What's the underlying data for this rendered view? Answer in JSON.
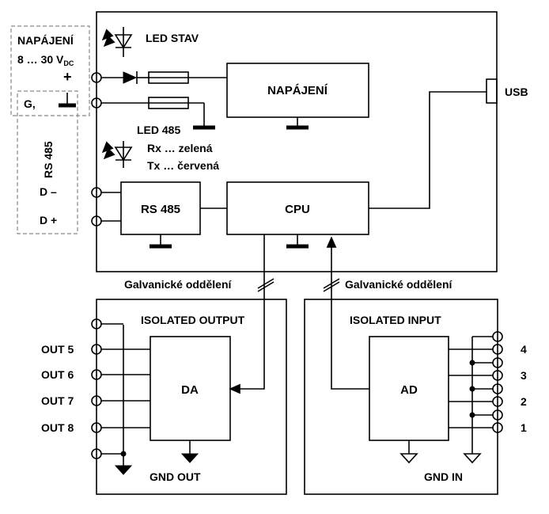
{
  "power": {
    "title": "NAPÁJENÍ",
    "voltage_prefix": "8 … 30 V",
    "voltage_sub": "DC",
    "plus": "+",
    "gnd": "G,"
  },
  "rs485_terminal": {
    "title": "RS 485",
    "dminus": "D –",
    "dplus": "D +"
  },
  "led_stav": "LED STAV",
  "led485": {
    "title": "LED 485",
    "rx": "Rx … zelená",
    "tx": "Tx … červená"
  },
  "blocks": {
    "napajeni": "NAPÁJENÍ",
    "rs485": "RS 485",
    "cpu": "CPU",
    "da": "DA",
    "ad": "AD"
  },
  "usb": "USB",
  "isolation_left": "Galvanické oddělení",
  "isolation_right": "Galvanické oddělení",
  "output": {
    "title": "ISOLATED OUTPUT",
    "labels": [
      "OUT 5",
      "OUT 6",
      "OUT 7",
      "OUT 8"
    ],
    "gnd": "GND OUT"
  },
  "input": {
    "title": "ISOLATED INPUT",
    "labels": [
      "4",
      "3",
      "2",
      "1"
    ],
    "gnd": "GND IN"
  }
}
